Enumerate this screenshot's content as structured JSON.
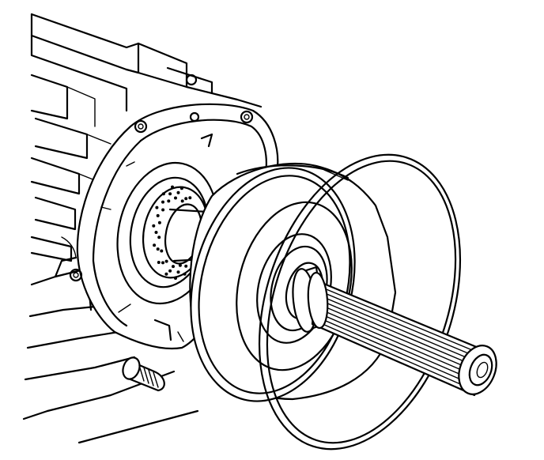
{
  "figure": {
    "parts": [
      {
        "name": "transmission-case",
        "icon": "housing-line-art"
      },
      {
        "name": "bearing-bore",
        "icon": "needle-bearing-line-art"
      },
      {
        "name": "clutch-drum",
        "icon": "drum-line-art"
      },
      {
        "name": "seal-ring",
        "icon": "ring-line-art"
      },
      {
        "name": "splined-shaft",
        "icon": "shaft-line-art"
      },
      {
        "name": "dowel-pin",
        "icon": "pin-line-art"
      }
    ],
    "colors": {
      "line": "#000000",
      "background": "#ffffff"
    }
  }
}
